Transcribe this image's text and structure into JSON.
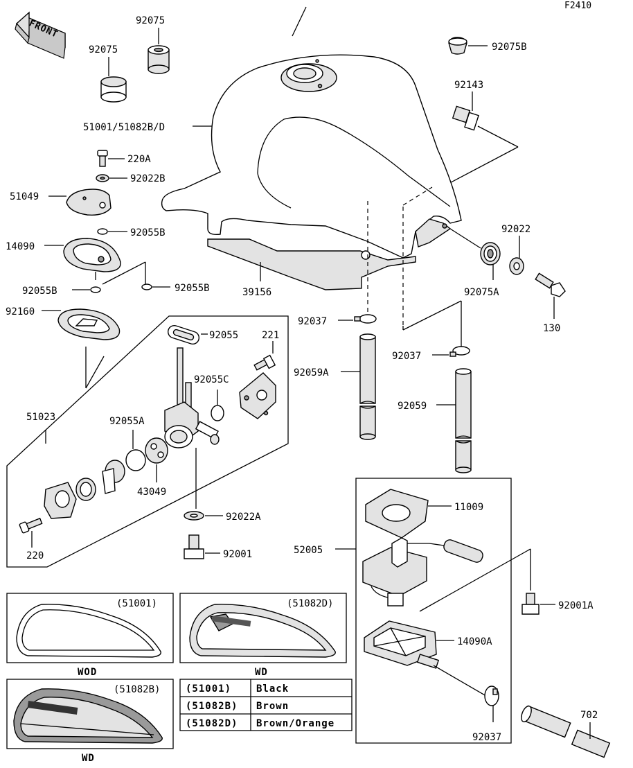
{
  "figure_code": "F2410",
  "front_label": "FRONT",
  "callouts": {
    "p92075_a": "92075",
    "p92075_b": "92075",
    "p92075B": "92075B",
    "p92143": "92143",
    "p51001": "51001/51082B/D",
    "p220A": "220A",
    "p92022B": "92022B",
    "p51049": "51049",
    "p92055B_a": "92055B",
    "p14090": "14090",
    "p92055B_b": "92055B",
    "p92055B_c": "92055B",
    "p92160": "92160",
    "p39156": "39156",
    "p92022": "92022",
    "p92075A": "92075A",
    "p130": "130",
    "p92037_a": "92037",
    "p92037_b": "92037",
    "p92055": "92055",
    "p221": "221",
    "p92055C": "92055C",
    "p92059A": "92059A",
    "p92059": "92059",
    "p51023": "51023",
    "p92055A": "92055A",
    "p43049": "43049",
    "p92022A": "92022A",
    "p220": "220",
    "p92001": "92001",
    "p11009": "11009",
    "p52005": "52005",
    "p92001A": "92001A",
    "p14090A": "14090A",
    "p92037_c": "92037",
    "p702": "702"
  },
  "variants": [
    {
      "code": "(51001)",
      "caption": "WOD"
    },
    {
      "code": "(51082D)",
      "caption": "WD"
    },
    {
      "code": "(51082B)",
      "caption": "WD"
    }
  ],
  "color_table": [
    {
      "code": "(51001)",
      "color": "Black"
    },
    {
      "code": "(51082B)",
      "color": "Brown"
    },
    {
      "code": "(51082D)",
      "color": "Brown/Orange"
    }
  ]
}
